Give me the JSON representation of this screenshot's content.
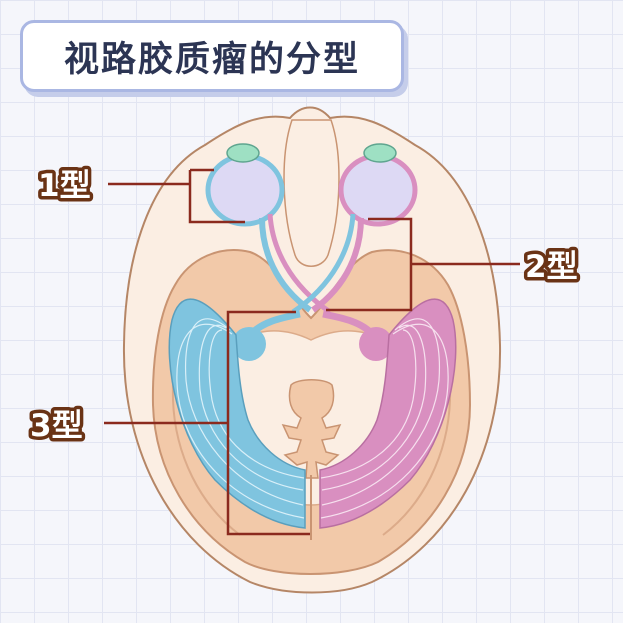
{
  "title": "视路胶质瘤的分型",
  "labels": {
    "type1": "1型",
    "type2": "2型",
    "type3": "3型"
  },
  "colors": {
    "left_pathway": "#7fc4df",
    "right_pathway": "#d98fc0",
    "callout_line": "#8b2a1e",
    "label_outline": "#6a3315",
    "brain": "#f2c9a9",
    "skull": "#fbeee3"
  }
}
